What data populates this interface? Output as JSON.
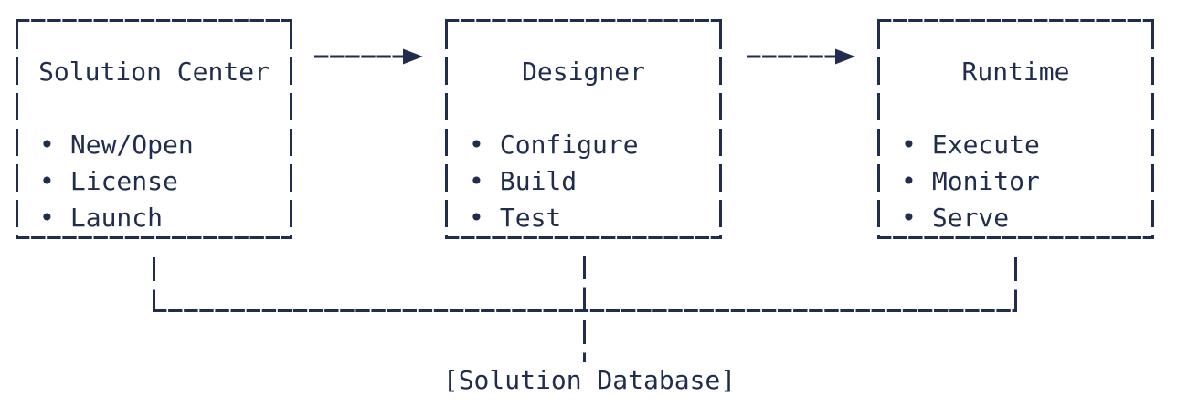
{
  "diagram": {
    "bullet_glyph": "•",
    "boxes": [
      {
        "title": "Solution Center",
        "items": [
          "New/Open",
          "License",
          "Launch"
        ]
      },
      {
        "title": "Designer",
        "items": [
          "Configure",
          "Build",
          "Test"
        ]
      },
      {
        "title": "Runtime",
        "items": [
          "Execute",
          "Monitor",
          "Serve"
        ]
      }
    ],
    "database_label": "[Solution Database]",
    "colors": {
      "ink": "#202d4f",
      "background": "#ffffff"
    }
  }
}
